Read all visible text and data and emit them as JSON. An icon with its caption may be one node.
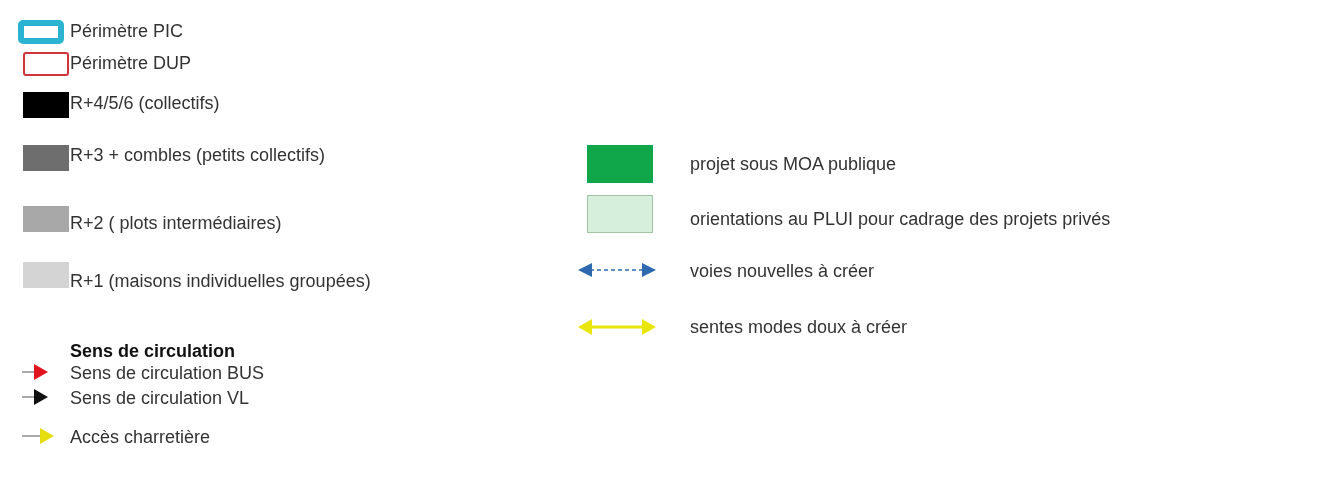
{
  "diagram": {
    "labels": [
      "Sens de circulation"
    ],
    "legend": [
      {
        "text": "Périmètre PIC"
      },
      {
        "text": "Périmètre DUP"
      },
      {
        "text": "R+4/5/6 (collectifs)",
        "color": "#000000"
      },
      {
        "text": "R+3 + combles (petits collectifs)",
        "color": "#6e6e6e"
      },
      {
        "text": "R+2 ( plots intermédiaires)",
        "color": "#a8a8a8"
      },
      {
        "text": "R+1 (maisons individuelles groupées)",
        "color": "#d4d4d4"
      },
      {
        "text": "Sens de circulation BUS"
      },
      {
        "text": "Sens de circulation VL"
      },
      {
        "text": "Accès charretière"
      },
      {
        "text": "projet sous MOA publique",
        "color": "#10a64a"
      },
      {
        "text": "orientations au PLUI pour cadrage des projets privés",
        "color": "#d6eedc"
      },
      {
        "text": "voies nouvelles à créer"
      },
      {
        "text": "sentes modes doux à créer"
      }
    ]
  }
}
